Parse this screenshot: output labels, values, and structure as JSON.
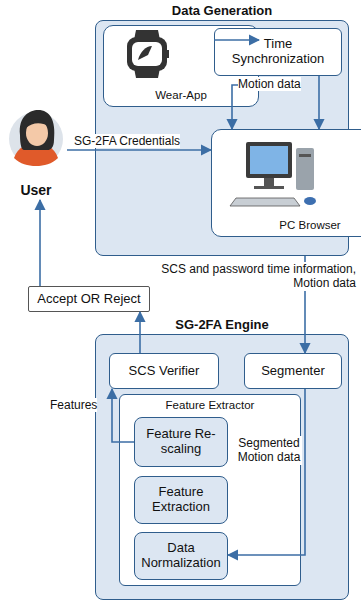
{
  "diagram": {
    "nodes": [
      {
        "text": [
          "Data Generation"
        ]
      },
      {
        "text": [
          "Wear-App"
        ],
        "in": 0
      },
      {
        "text": [
          "Time Synchronization"
        ],
        "in": 0
      },
      {
        "text": [
          "PC Browser"
        ],
        "in": 0
      },
      {
        "text": [
          "User"
        ]
      },
      {
        "text": [
          "Accept OR Reject"
        ]
      },
      {
        "text": [
          "SG-2FA Engine"
        ]
      },
      {
        "text": [
          "SCS Verifier"
        ],
        "in": 6
      },
      {
        "text": [
          "Segmenter"
        ],
        "in": 6
      },
      {
        "text": [
          "Feature Extractor"
        ],
        "in": 6
      },
      {
        "text": [
          "Feature Re-scaling"
        ],
        "in": 9
      },
      {
        "text": [
          "Feature Extraction"
        ],
        "in": 9
      },
      {
        "text": [
          "Data Normalization"
        ],
        "in": 9
      }
    ],
    "edges": [
      {
        "from": 2,
        "to": 1,
        "arrow": "to"
      },
      {
        "from": 1,
        "to": 3,
        "label": "Motion data",
        "arrow": "to"
      },
      {
        "from": 2,
        "to": 3,
        "arrow": "to"
      },
      {
        "from": 4,
        "to": 3,
        "label": "SG-2FA Credentials",
        "arrow": "to"
      },
      {
        "from": 0,
        "to": 8,
        "label": "SCS and password time information, Motion data",
        "arrow": "to"
      },
      {
        "from": 8,
        "to": 12,
        "label": "Segmented Motion data",
        "arrow": "to"
      },
      {
        "from": 10,
        "to": 7,
        "label": "Features",
        "arrow": "to"
      },
      {
        "from": 7,
        "to": 5,
        "arrow": "to"
      },
      {
        "from": 5,
        "to": 4,
        "arrow": "to"
      }
    ]
  }
}
